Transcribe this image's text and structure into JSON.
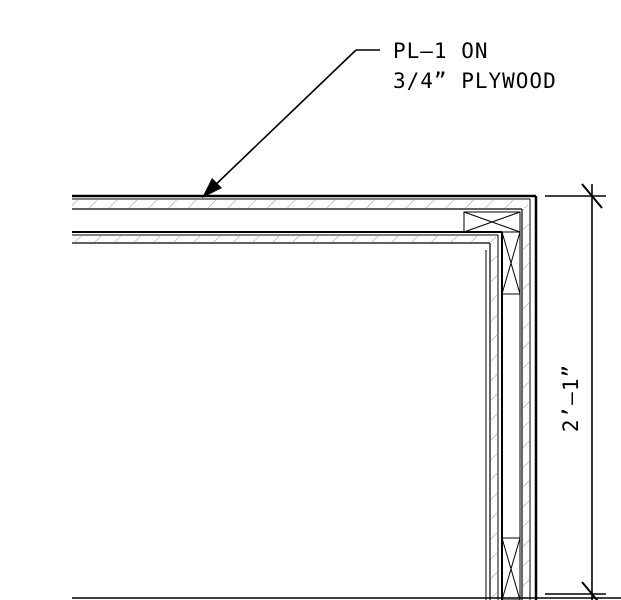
{
  "drawing": {
    "annotation": {
      "line1": "PL–1  ON",
      "line2": "3/4”  PLYWOOD"
    },
    "dimension": {
      "label": "2’–1”"
    }
  },
  "colors": {
    "linework": "#000000",
    "background": "#ffffff",
    "hatch": "#555555"
  }
}
